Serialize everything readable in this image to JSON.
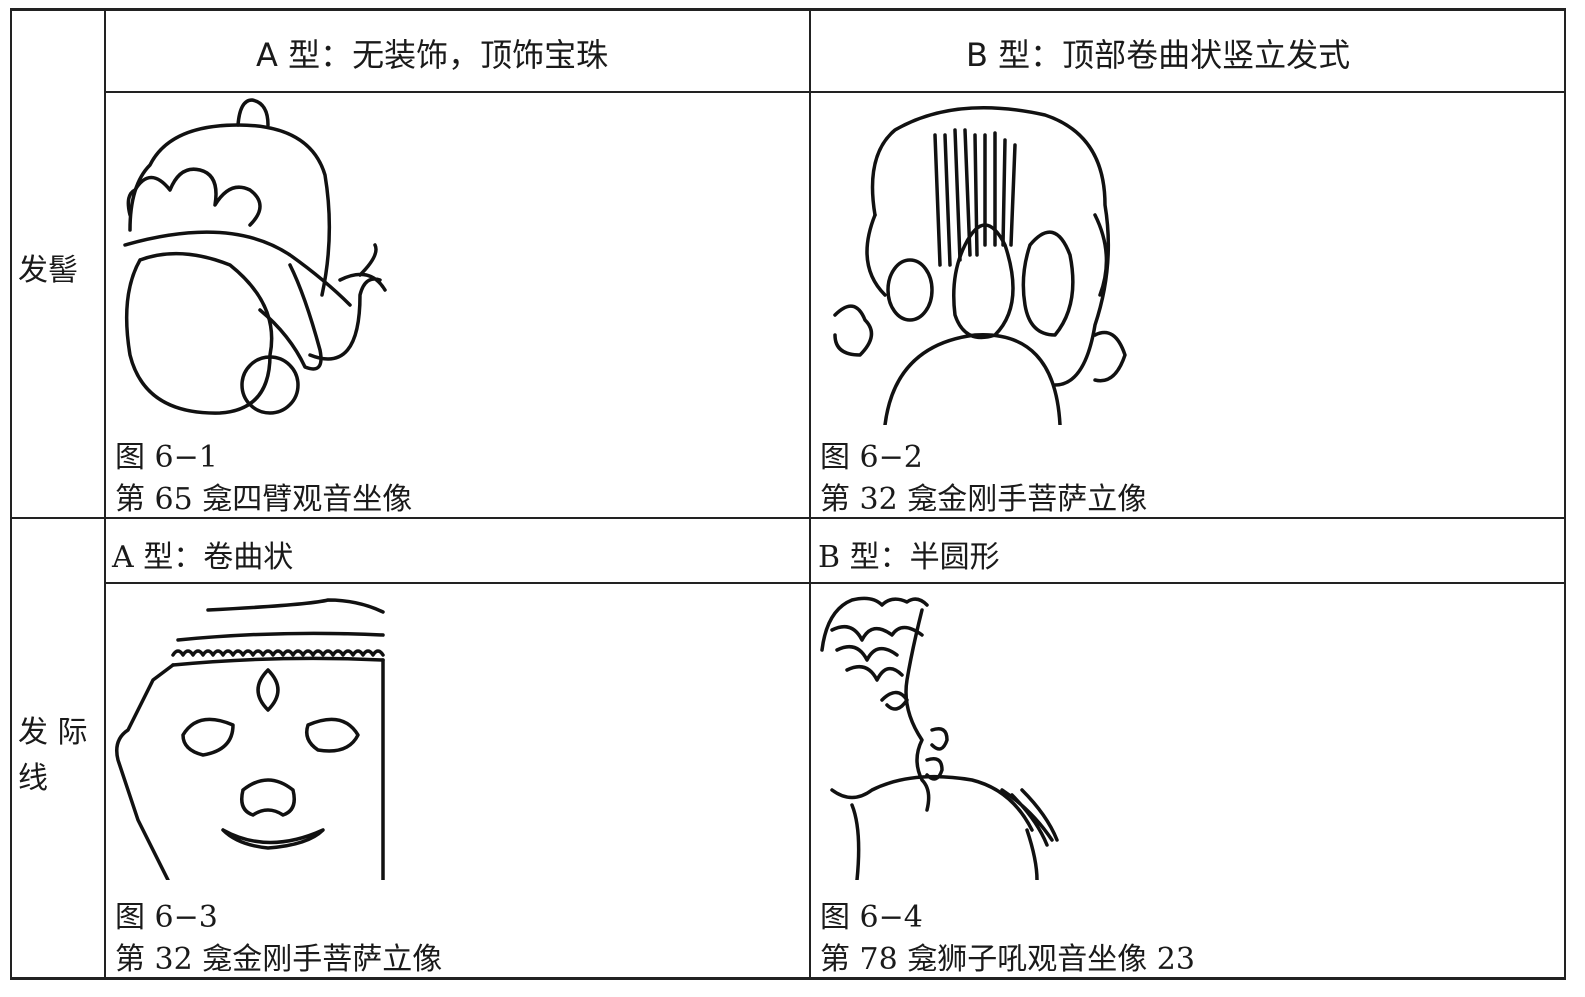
{
  "table": {
    "headers": {
      "type_a": "A 型：无装饰，顶饰宝珠",
      "type_b": "B 型：顶部卷曲状竖立发式"
    },
    "rows": [
      {
        "label": "发髻",
        "cells": [
          {
            "figure": "图 6−1",
            "caption": "第 65 龛四臂观音坐像"
          },
          {
            "figure": "图 6−2",
            "caption": "第 32 龛金刚手菩萨立像"
          }
        ]
      },
      {
        "label_lines": [
          "发 际",
          "线"
        ],
        "subheaders": [
          "A 型：卷曲状",
          "B 型：半圆形"
        ],
        "cells": [
          {
            "figure": "图 6−3",
            "caption": "第 32 龛金刚手菩萨立像"
          },
          {
            "figure": "图 6−4",
            "caption": "第 78 龛狮子吼观音坐像 23"
          }
        ]
      }
    ]
  }
}
